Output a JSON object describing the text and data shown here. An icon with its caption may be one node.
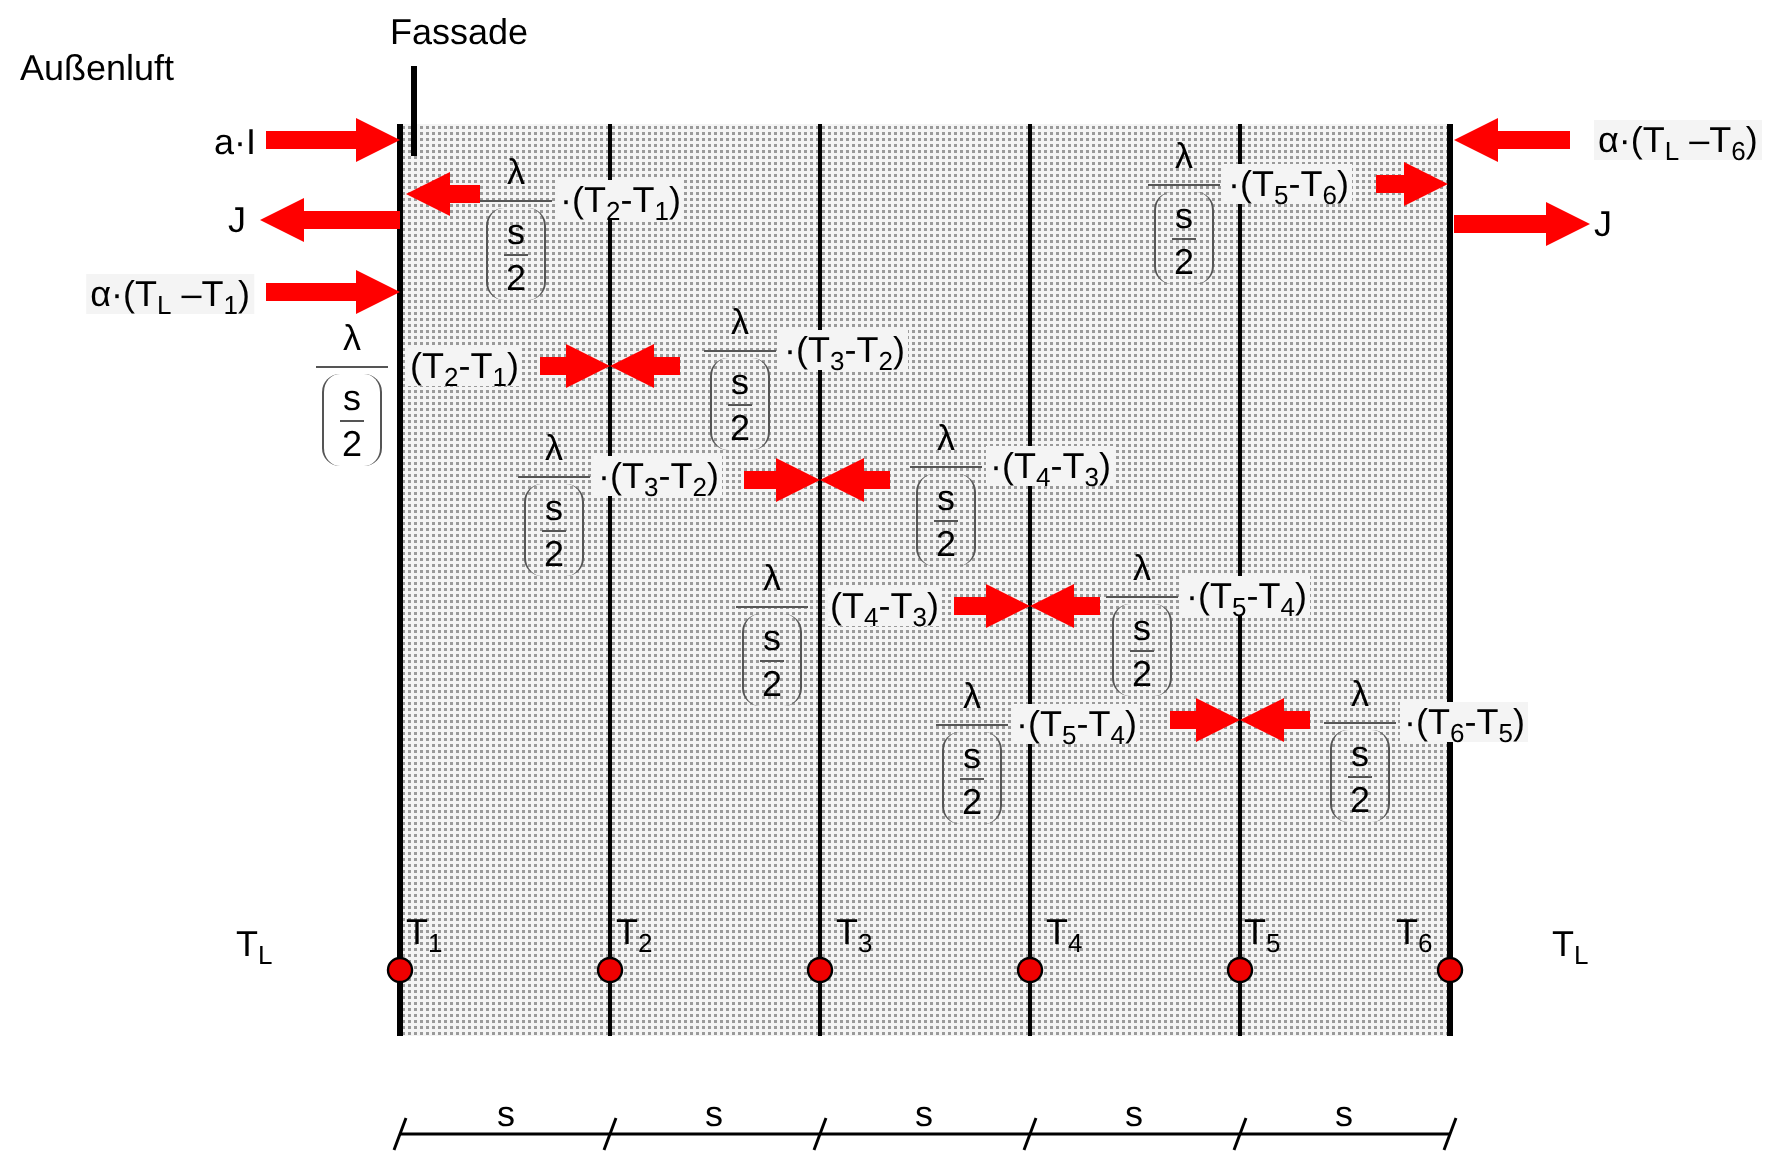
{
  "diagram": {
    "labels": [
      "Fassade",
      "Außenluft",
      "a·I",
      "λ",
      "s",
      "2",
      "·(T$_{2}$-T$_{1}$)",
      "J",
      "λ",
      "s",
      "2",
      "·(T$_{5}$-T$_{6}$)",
      "α·(T$_{L}$ –T$_{6}$)",
      "J",
      "α·(T$_{L}$ –T$_{1}$)",
      "λ",
      "s",
      "2",
      "(T$_{2}$-T$_{1}$)",
      "λ",
      "s",
      "2",
      "·(T$_{3}$-T$_{2}$)",
      "λ",
      "s",
      "2",
      "·(T$_{3}$-T$_{2}$)",
      "λ",
      "s",
      "2",
      "·(T$_{4}$-T$_{3}$)",
      "λ",
      "s",
      "2",
      "(T$_{4}$-T$_{3}$)",
      "λ",
      "s",
      "2",
      "·(T$_{5}$-T$_{4}$)",
      "λ",
      "s",
      "2",
      "·(T$_{5}$-T$_{4}$)",
      "λ",
      "s",
      "2",
      "·(T$_{6}$-T$_{5}$)",
      "T$_{L}$",
      "T$_{1}$",
      "T$_{2}$",
      "T$_{3}$",
      "T$_{4}$",
      "T$_{5}$",
      "T$_{6}$",
      "T$_{L}$",
      "s",
      "s",
      "s",
      "s",
      "s"
    ]
  }
}
